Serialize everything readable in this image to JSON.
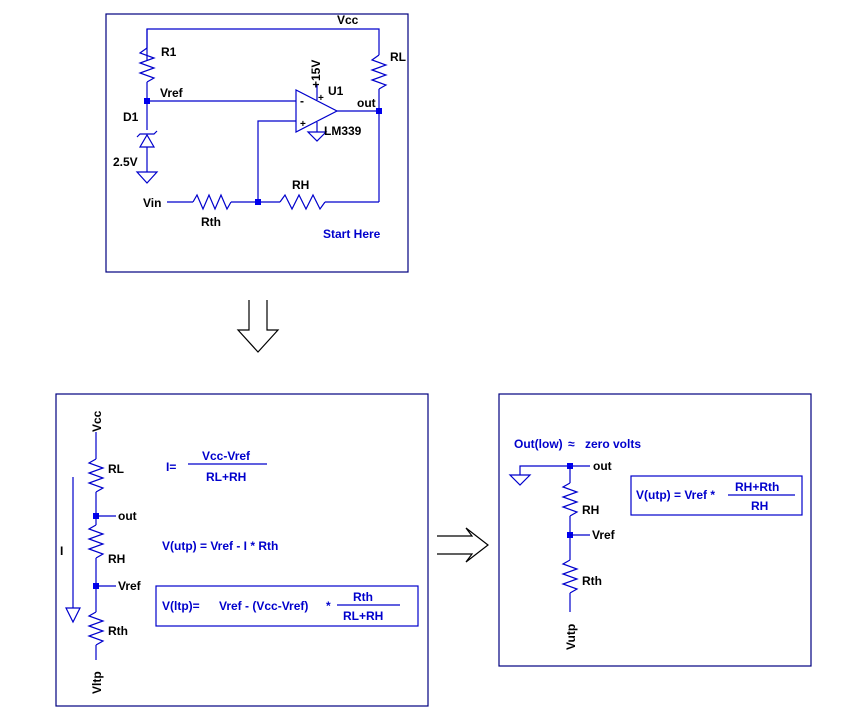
{
  "top": {
    "vcc": "Vcc",
    "r1": "R1",
    "rl": "RL",
    "vref": "Vref",
    "d1": "D1",
    "zener_v": "2.5V",
    "plus15": "+15V",
    "u1": "U1",
    "out": "out",
    "minus": "-",
    "plus": "+",
    "part": "LM339",
    "vin": "Vin",
    "rth": "Rth",
    "rh": "RH",
    "start": "Start Here"
  },
  "left": {
    "vcc": "Vcc",
    "rl": "RL",
    "out": "out",
    "current": "I",
    "rh": "RH",
    "vref": "Vref",
    "rth": "Rth",
    "vltp": "Vltp",
    "eq_i_lhs": "I=",
    "eq_i_num": "Vcc-Vref",
    "eq_i_den": "RL+RH",
    "eq_utp": "V(utp) = Vref - I * Rth",
    "eq_ltp_lhs": "V(ltp)=",
    "eq_ltp_mid": "Vref - (Vcc-Vref)",
    "eq_ltp_times": "*",
    "eq_ltp_num": "Rth",
    "eq_ltp_den": "RL+RH"
  },
  "right": {
    "out_low": "Out(low)",
    "approx": "≈",
    "zero": "zero volts",
    "out": "out",
    "rh": "RH",
    "vref": "Vref",
    "rth": "Rth",
    "vutp": "Vutp",
    "eq_lhs": "V(utp) = Vref *",
    "eq_num": "RH+Rth",
    "eq_den": "RH"
  },
  "colors": {
    "wire": "#0000cc",
    "frame": "#000080",
    "node": "#0000ee",
    "text": "#000000",
    "accent": "#0000cc"
  }
}
